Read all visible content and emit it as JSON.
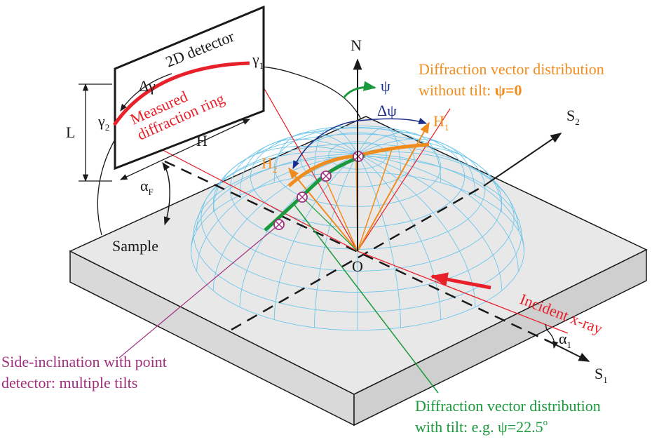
{
  "labels": {
    "N": "N",
    "S2": "S",
    "S2_sub": "2",
    "S1": "S",
    "S1_sub": "1",
    "O": "O",
    "sample": "Sample",
    "detector": "2D detector",
    "gamma1": "γ",
    "gamma1_sub": "1",
    "gamma2": "γ",
    "gamma2_sub": "2",
    "delta_gamma": "Δγ",
    "measured_line1": "Measured",
    "measured_line2": "diffraction ring",
    "L": "L",
    "H": "H",
    "alphaF": "α",
    "alphaF_sub": "F",
    "alpha1": "α",
    "alpha1_sub": "1",
    "psi": "ψ",
    "delta_psi": "Δψ",
    "H1": "H",
    "H1_sub": "1",
    "H2": "H",
    "H2_sub": "2",
    "orange_line1": "Diffraction vector distribution",
    "orange_line2a": "without tilt: ",
    "orange_line2b": "ψ=0",
    "incident": "Incident x-ray",
    "magenta_line1": "Side-inclination with point",
    "magenta_line2": "detector: multiple tilts",
    "green_line1": "Diffraction vector distribution",
    "green_line2a": "with tilt: e.g. ψ=22.5",
    "green_line2b": "o"
  },
  "colors": {
    "red": "#e8202a",
    "orange": "#f08c1e",
    "green": "#1a9a3c",
    "magenta": "#a0307e",
    "blue": "#1a2e8c",
    "sphere": "#6fc6ea",
    "black": "#1a1a1a"
  }
}
